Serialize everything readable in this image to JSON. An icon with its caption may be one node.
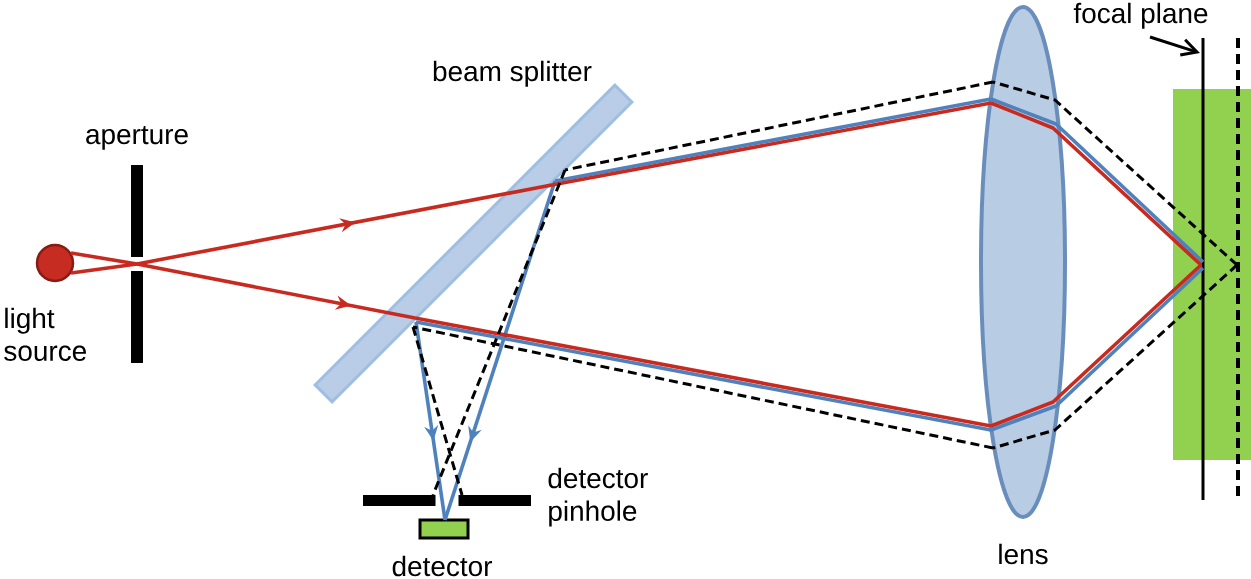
{
  "diagram": {
    "nodes": [
      {
        "text": [],
        "shape": "circle",
        "beside": [
          "light source"
        ]
      },
      {
        "text": [],
        "shape": "bar",
        "beside": [
          "aperture"
        ]
      },
      {
        "text": [],
        "shape": "bar",
        "beside": [
          "beam splitter"
        ]
      },
      {
        "text": [],
        "shape": "ellipse",
        "beside": [
          "lens"
        ]
      },
      {
        "text": [],
        "shape": "line"
      },
      {
        "text": [],
        "shape": "line"
      },
      {
        "text": [
          "focal plane"
        ]
      },
      {
        "text": [],
        "shape": "bar",
        "beside": [
          "detector pinhole"
        ]
      },
      {
        "text": [],
        "shape": "box",
        "beside": [
          "detector"
        ]
      }
    ],
    "edges": [
      {
        "from": 0,
        "to": 1,
        "arrow": "none",
        "color": "#c82a20"
      },
      {
        "from": 0,
        "to": 1,
        "arrow": "none",
        "color": "#c82a20"
      },
      {
        "from": 1,
        "to": 2,
        "arrow": "to",
        "color": "#c82a20"
      },
      {
        "from": 1,
        "to": 2,
        "arrow": "to",
        "color": "#c82a20"
      },
      {
        "from": 2,
        "to": 3,
        "arrow": "none",
        "color": "#c82a20"
      },
      {
        "from": 2,
        "to": 3,
        "arrow": "none",
        "color": "#c82a20"
      },
      {
        "from": 3,
        "to": 4,
        "arrow": "none",
        "color": "#c82a20"
      },
      {
        "from": 3,
        "to": 4,
        "arrow": "none",
        "color": "#c82a20"
      },
      {
        "from": 4,
        "to": 3,
        "arrow": "none",
        "color": "#4f81bd"
      },
      {
        "from": 3,
        "to": 2,
        "arrow": "none",
        "color": "#4f81bd"
      },
      {
        "from": 2,
        "to": 8,
        "arrow": "to",
        "color": "#4f81bd"
      },
      {
        "from": 4,
        "to": 3,
        "arrow": "none",
        "color": "#4f81bd"
      },
      {
        "from": 3,
        "to": 2,
        "arrow": "none",
        "color": "#4f81bd"
      },
      {
        "from": 2,
        "to": 8,
        "arrow": "to",
        "color": "#4f81bd"
      },
      {
        "from": 5,
        "to": 3,
        "arrow": "none",
        "style": "dashed",
        "color": "#000000"
      },
      {
        "from": 3,
        "to": 2,
        "arrow": "none",
        "style": "dashed",
        "color": "#000000"
      },
      {
        "from": 2,
        "to": 7,
        "arrow": "none",
        "style": "dashed",
        "color": "#000000"
      },
      {
        "from": 5,
        "to": 3,
        "arrow": "none",
        "style": "dashed",
        "color": "#000000"
      },
      {
        "from": 3,
        "to": 2,
        "arrow": "none",
        "style": "dashed",
        "color": "#000000"
      },
      {
        "from": 2,
        "to": 7,
        "arrow": "none",
        "style": "dashed",
        "color": "#000000"
      },
      {
        "from": 6,
        "to": 4,
        "arrow": "to",
        "color": "#000000"
      }
    ]
  }
}
